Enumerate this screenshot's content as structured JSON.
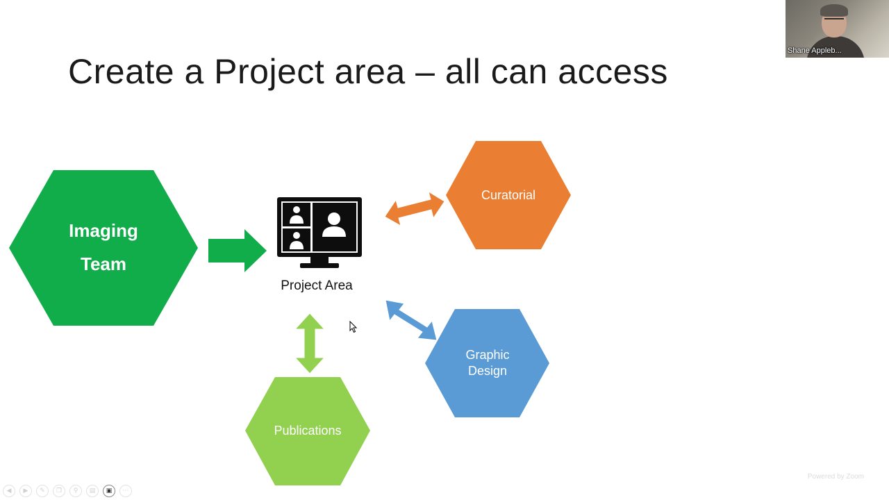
{
  "slide": {
    "title": "Create a Project area – all can access"
  },
  "diagram": {
    "imaging_team": {
      "line1": "Imaging",
      "line2": "Team",
      "color": "#12ad4b"
    },
    "project_area": {
      "label": "Project Area",
      "icon": "computer-monitor-people-icon"
    },
    "curatorial": {
      "label": "Curatorial",
      "color": "#ea7f33"
    },
    "graphic_design": {
      "line1": "Graphic",
      "line2": "Design",
      "color": "#5b9bd5"
    },
    "publications": {
      "label": "Publications",
      "color": "#92d050"
    },
    "arrow_colors": {
      "imaging": "#12ad4b",
      "curatorial": "#ea7f33",
      "graphic_design": "#5b9bd5",
      "publications": "#92d050"
    }
  },
  "video": {
    "participant_name": "Shane Appleb..."
  },
  "watermark": "Powered by Zoom",
  "toolbar": {
    "icons": [
      "previous-icon",
      "play-icon",
      "pen-icon",
      "copy-icon",
      "zoom-icon",
      "subtitles-icon",
      "camera-icon",
      "more-icon"
    ]
  }
}
